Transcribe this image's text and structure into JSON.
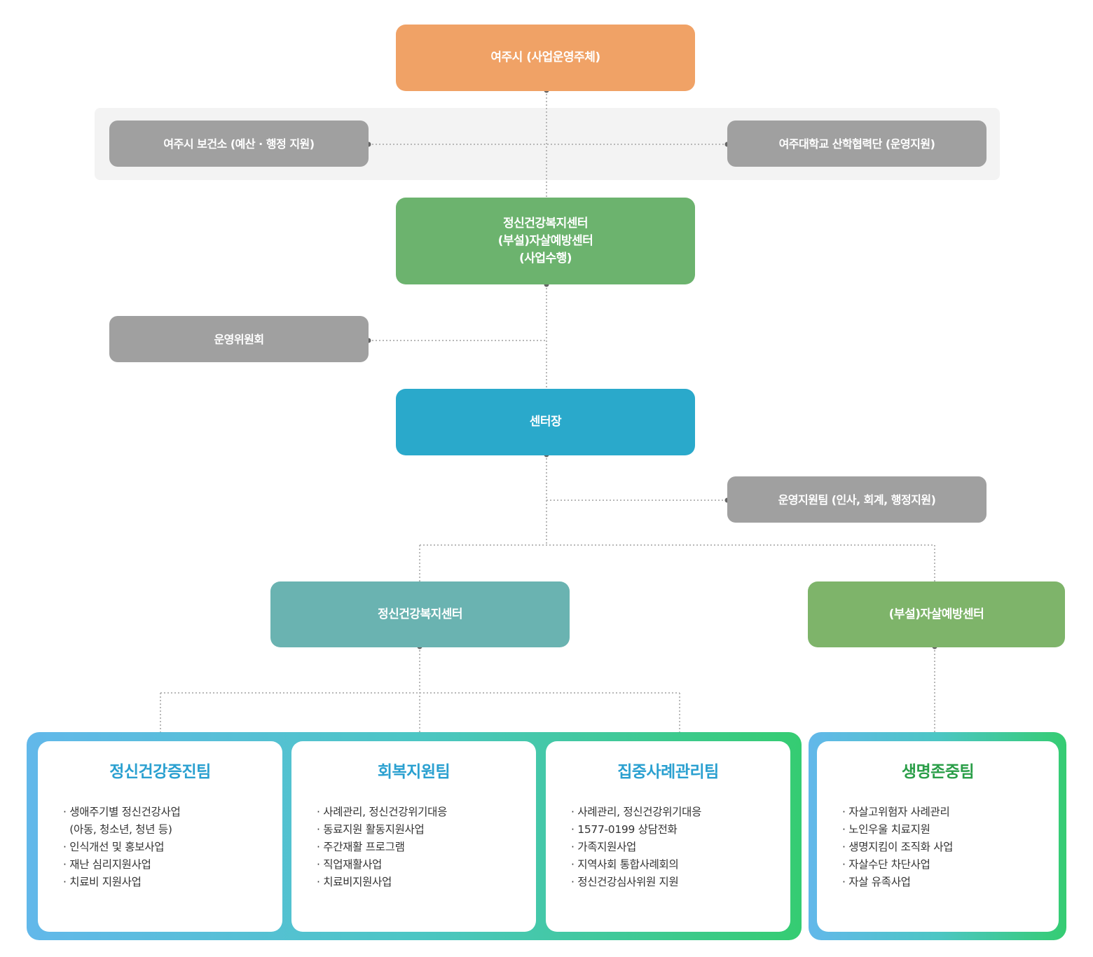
{
  "top": {
    "label": "여주시 (사업운영주체)",
    "color": "#f0a266"
  },
  "support_left": {
    "label": "여주시 보건소 (예산 · 행정 지원)"
  },
  "support_right": {
    "label": "여주대학교 산학협력단 (운영지원)"
  },
  "executor": {
    "lines": [
      "정신건강복지센터",
      "(부설)자살예방센터",
      "(사업수행)"
    ],
    "color": "#6cb36e"
  },
  "committee": {
    "label": "운영위원회"
  },
  "director": {
    "label": "센터장",
    "color": "#2aa9cb"
  },
  "admin_team": {
    "label": "운영지원팀 (인사, 회계, 행정지원)"
  },
  "mental_center": {
    "label": "정신건강복지센터",
    "color": "#6ab3b1"
  },
  "suicide_center": {
    "label": "(부설)자살예방센터",
    "color": "#7eb46a"
  },
  "teams": [
    {
      "title": "정신건강증진팀",
      "color": "#2aa0d0",
      "items": [
        "· 생애주기별 정신건강사업",
        "  (아동, 청소년, 청년 등)",
        "· 인식개선 및 홍보사업",
        "· 재난 심리지원사업",
        "· 치료비 지원사업"
      ]
    },
    {
      "title": "회복지원팀",
      "color": "#2aa0d0",
      "items": [
        "· 사례관리, 정신건강위기대응",
        "· 동료지원 활동지원사업",
        "· 주간재활 프로그램",
        "· 직업재활사업",
        "· 치료비지원사업"
      ]
    },
    {
      "title": "집중사례관리팀",
      "color": "#2aa0d0",
      "items": [
        "· 사례관리, 정신건강위기대응",
        "· 1577-0199 상담전화",
        "· 가족지원사업",
        "· 지역사회 통합사례회의",
        "· 정신건강심사위원 지원"
      ]
    },
    {
      "title": "생명존중팀",
      "color": "#2a9e48",
      "items": [
        "· 자살고위험자 사례관리",
        "· 노인우울 치료지원",
        "· 생명지킴이 조직화 사업",
        "· 자살수단 차단사업",
        "· 자살 유족사업"
      ]
    }
  ]
}
